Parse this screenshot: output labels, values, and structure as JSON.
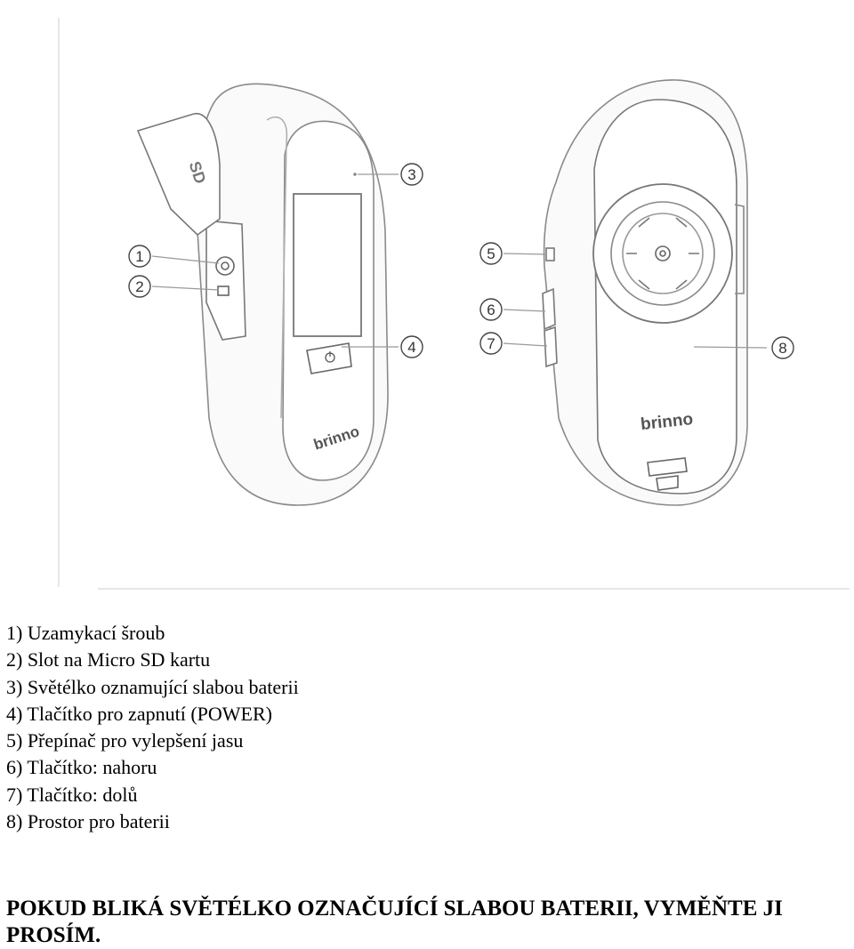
{
  "figure": {
    "callout_numbers": [
      "1",
      "2",
      "3",
      "4",
      "5",
      "6",
      "7",
      "8"
    ],
    "brand_text": "brinno",
    "sd_card_text": "SD"
  },
  "legend": [
    "1) Uzamykací šroub",
    "2) Slot na Micro SD kartu",
    "3) Světélko oznamující slabou baterii",
    "4) Tlačítko pro zapnutí (POWER)",
    "5) Přepínač pro vylepšení jasu",
    "6) Tlačítko: nahoru",
    "7) Tlačítko: dolů",
    "8) Prostor pro baterii"
  ],
  "warning": {
    "line1": "POKUD BLIKÁ SVĚTÉLKO OZNAČUJÍCÍ SLABOU BATERII, VYMĚŇTE JI",
    "line2": "PROSÍM."
  }
}
